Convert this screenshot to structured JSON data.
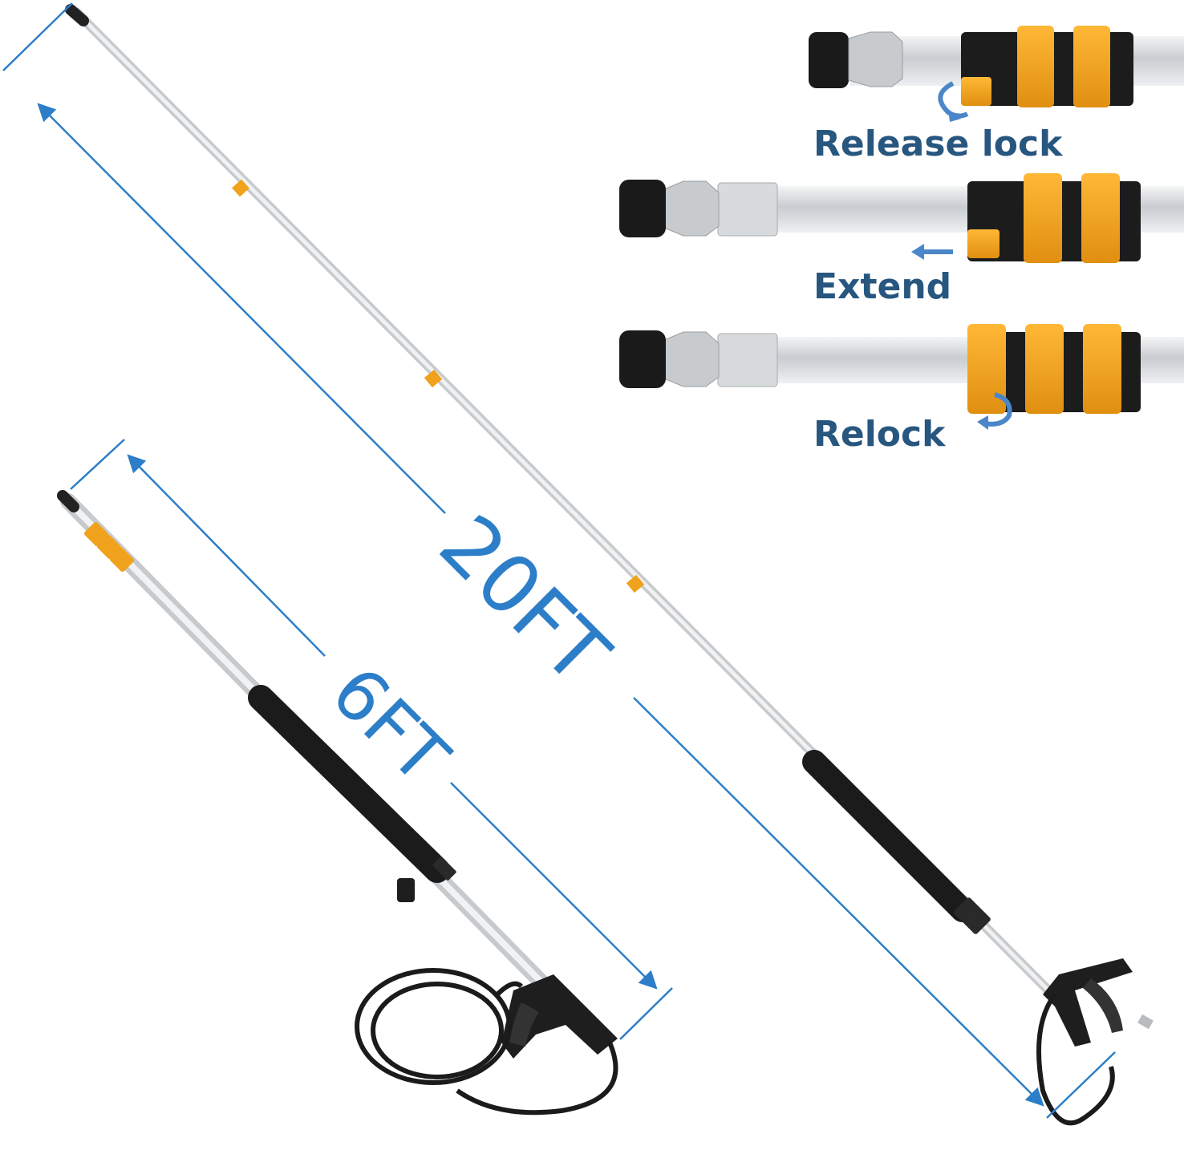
{
  "dimensions": {
    "long_pole": "20FT",
    "short_pole": "6FT"
  },
  "steps": [
    {
      "label": "Release lock"
    },
    {
      "label": "Extend"
    },
    {
      "label": "Relock"
    }
  ],
  "colors": {
    "dimension_blue": "#2d7ec8",
    "label_navy": "#27567f",
    "clamp_orange": "#f0a21c",
    "pole_silver": "#d9dcdf",
    "grip_black": "#1b1b1b"
  }
}
